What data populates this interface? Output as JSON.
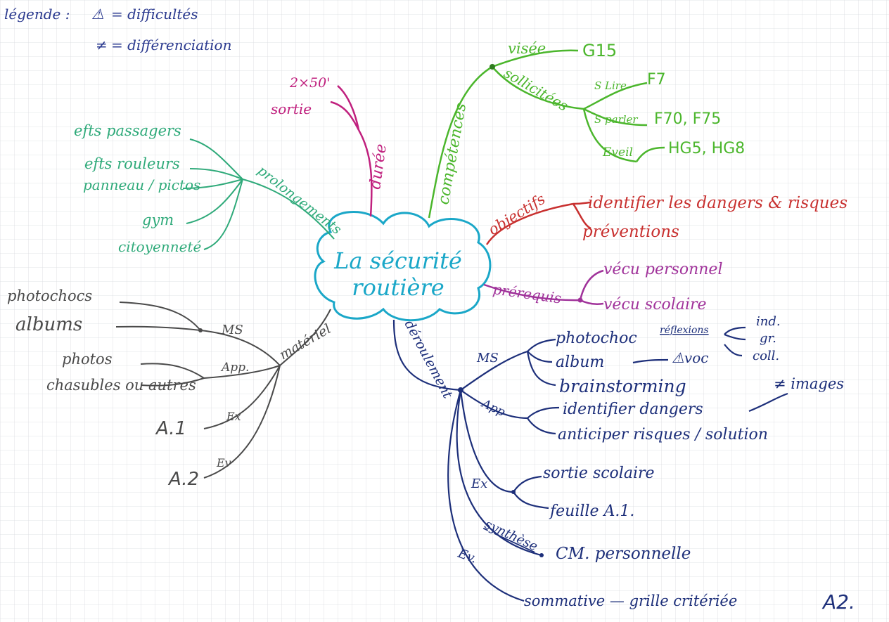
{
  "colors": {
    "blue_ink": "#2b3a8f",
    "teal": "#1aa7c8",
    "green": "#4bb62c",
    "magenta": "#c0207e",
    "red": "#c8302f",
    "purple": "#a0329a",
    "sea_green": "#2faa7a",
    "gray": "#4a4a4a",
    "navy": "#1d2f7a"
  },
  "legend": {
    "title": "légende :",
    "difficulty_symbol": "⚠",
    "difficulty_text": "= difficultés",
    "differentiation_symbol": "≠",
    "differentiation_text": "= différenciation"
  },
  "center": {
    "line1": "La sécurité",
    "line2": "routière"
  },
  "duree": {
    "label": "durée",
    "items": [
      "2×50'",
      "sortie"
    ]
  },
  "competences": {
    "label": "compétences",
    "visee": {
      "label": "visée",
      "code": "G15"
    },
    "sollicitees": {
      "label": "sollicitées",
      "items": [
        {
          "label": "S Lire",
          "codes": "F7"
        },
        {
          "label": "S parler",
          "codes": "F70, F75"
        },
        {
          "label": "Eveil",
          "codes": "HG5, HG8"
        }
      ]
    }
  },
  "objectifs": {
    "label": "objectifs",
    "items": [
      "identifier les dangers & risques",
      "préventions"
    ]
  },
  "prerequis": {
    "label": "prérequis",
    "items": [
      "vécu personnel",
      "vécu scolaire"
    ]
  },
  "prolongements": {
    "label": "prolongements",
    "items": [
      "efts passagers",
      "efts rouleurs",
      "panneau / pictos",
      "gym",
      "citoyenneté"
    ]
  },
  "materiel": {
    "label": "matériel",
    "ms": {
      "label": "MS",
      "items": [
        "photochocs",
        "albums"
      ]
    },
    "app": {
      "label": "App.",
      "items": [
        "photos",
        "chasubles ou autres"
      ]
    },
    "ex": {
      "label": "Ex",
      "item": "A.1"
    },
    "ev": {
      "label": "Ev",
      "item": "A.2"
    }
  },
  "deroulement": {
    "label": "déroulement",
    "ms": {
      "label": "MS",
      "items": [
        "photochoc",
        "album",
        "brainstorming"
      ],
      "reflexions": "réflexions",
      "modes": [
        "ind.",
        "gr.",
        "coll."
      ],
      "album_note": "⚠voc"
    },
    "app": {
      "label": "App",
      "items": [
        "identifier dangers",
        "anticiper risques / solution"
      ],
      "note": "≠ images"
    },
    "ex": {
      "label": "Ex",
      "items": [
        "sortie scolaire",
        "feuille A.1."
      ]
    },
    "synthese": {
      "label": "synthèse",
      "item": "CM. personnelle"
    },
    "ev": {
      "label": "Ev.",
      "item": "sommative — grille critériée",
      "code": "A2."
    }
  }
}
